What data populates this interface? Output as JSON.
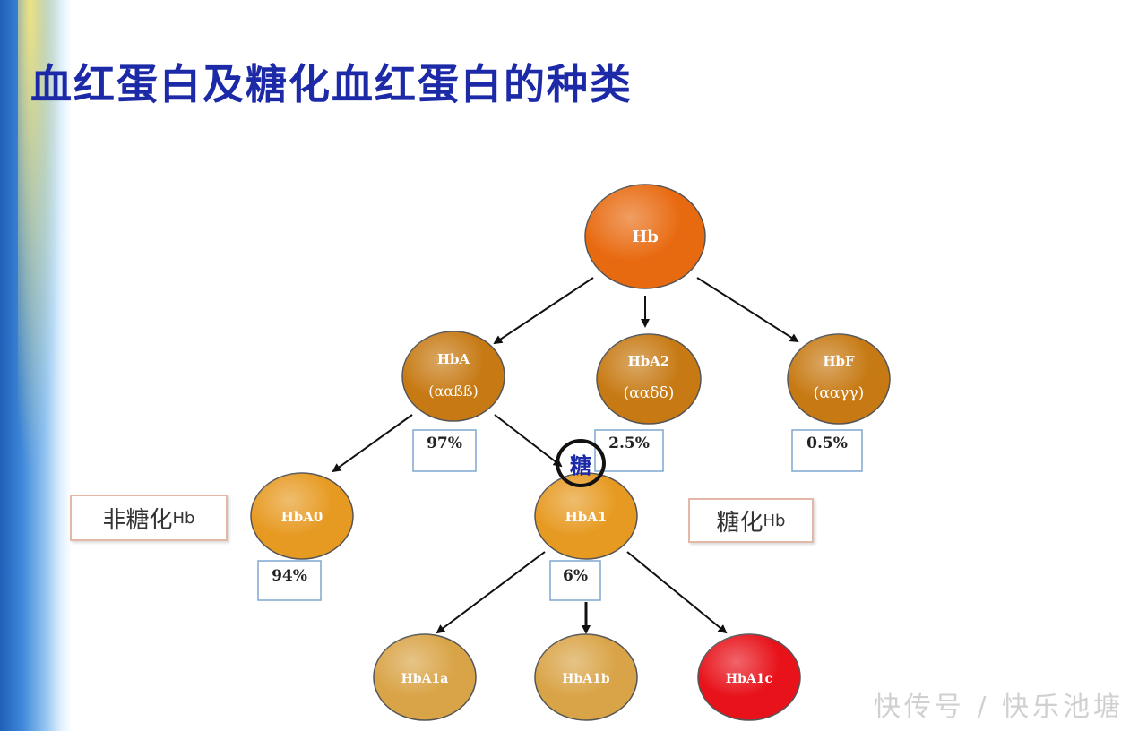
{
  "title": "血红蛋白及糖化血红蛋白的种类",
  "nodes": {
    "hb": {
      "label": "Hb",
      "color": "#e86a10"
    },
    "hba": {
      "label": "HbA",
      "sub": "(ααßß)",
      "color": "#c77a14"
    },
    "hba2": {
      "label": "HbA2",
      "sub": "(ααδδ)",
      "color": "#c77a14"
    },
    "hbf": {
      "label": "HbF",
      "sub": "(ααγγ)",
      "color": "#c77a14"
    },
    "hba0": {
      "label": "HbA0",
      "color": "#e79a22"
    },
    "hba1": {
      "label": "HbA1",
      "color": "#e79a22"
    },
    "hba1a": {
      "label": "HbA1a",
      "color": "#d9a447"
    },
    "hba1b": {
      "label": "HbA1b",
      "color": "#d9a447"
    },
    "hba1c": {
      "label": "HbA1c",
      "color": "#e8121a"
    }
  },
  "percents": {
    "hba": "97%",
    "hba2": "2.5%",
    "hbf": "0.5%",
    "hba0": "94%",
    "hba1": "6%"
  },
  "labels": {
    "non_glycated_main": "非糖化",
    "non_glycated_suffix": "Hb",
    "glycated_main": "糖化",
    "glycated_suffix": "Hb",
    "tang": "糖"
  },
  "watermark": "快传号 / 快乐池塘"
}
